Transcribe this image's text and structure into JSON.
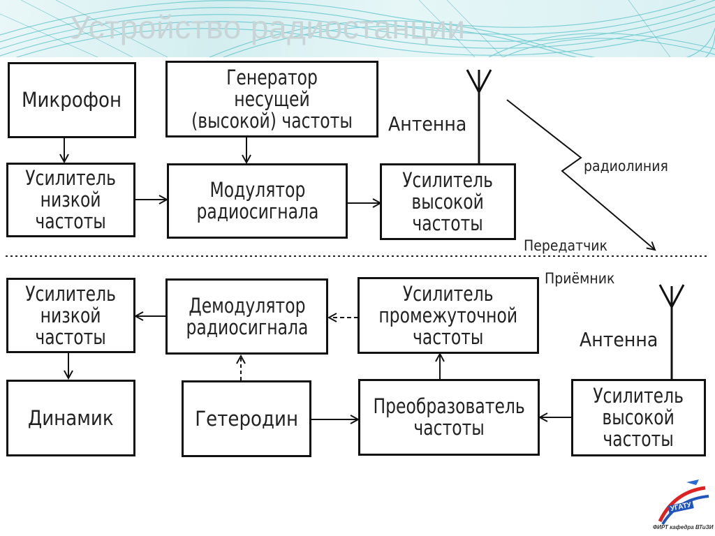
{
  "title": "Устройство радиостанции",
  "transmitter": {
    "microphone": "Микрофон",
    "carrier_generator": [
      "Генератор несущей",
      "(высокой) частоты"
    ],
    "lf_amplifier": [
      "Усилитель",
      "низкой",
      "частоты"
    ],
    "modulator": [
      "Модулятор",
      "радиосигнала"
    ],
    "hf_amplifier": [
      "Усилитель",
      "высокой",
      "частоты"
    ],
    "antenna_label": "Антенна",
    "radio_link_label": "радиолиния",
    "section_label": "Передатчик"
  },
  "receiver": {
    "section_label": "Приёмник",
    "lf_amplifier": [
      "Усилитель",
      "низкой",
      "частоты"
    ],
    "demodulator": [
      "Демодулятор",
      "радиосигнала"
    ],
    "if_amplifier": [
      "Усилитель",
      "промежуточной",
      "частоты"
    ],
    "antenna_label": "Антенна",
    "speaker": "Динамик",
    "heterodyne": "Гетеродин",
    "converter": [
      "Преобразователь",
      "частоты"
    ],
    "hf_amplifier": [
      "Усилитель",
      "высокой",
      "частоты"
    ]
  },
  "logo": {
    "text": "УГАТУ",
    "caption": "ФИРТ кафедра ВТиЗИ"
  }
}
